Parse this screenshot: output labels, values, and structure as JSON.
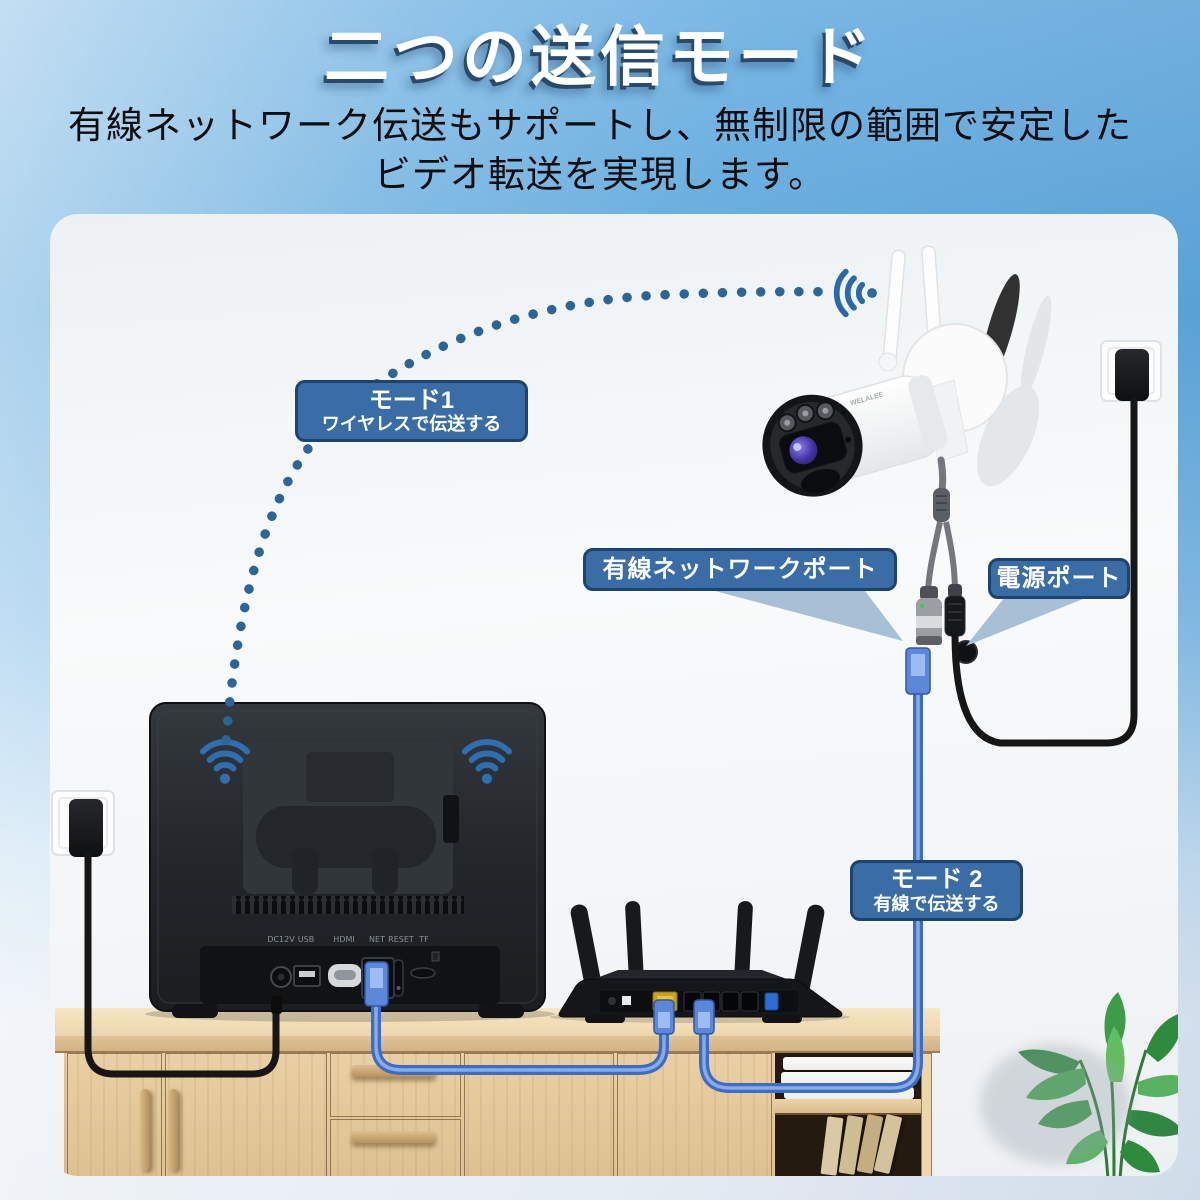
{
  "header": {
    "title": "二つの送信モード",
    "subtitle_line1": "有線ネットワーク伝送もサポートし、無制限の範囲で安定した",
    "subtitle_line2": "ビデオ転送を実現します。"
  },
  "labels": {
    "mode1": {
      "title": "モード1",
      "desc": "ワイヤレスで伝送する"
    },
    "mode2": {
      "title": "モード 2",
      "desc": "有線で伝送する"
    },
    "wired_port": "有線ネットワークポート",
    "power_port": "電源ポート"
  },
  "monitor": {
    "ports": [
      "DC12V",
      "USB",
      "HDMI",
      "NET",
      "RESET",
      "TF"
    ]
  },
  "camera": {
    "logo": "WELALEE"
  },
  "colors": {
    "label_bg": "#3a6ca6",
    "label_border": "#1d4470",
    "cable_blue": "#3e6cc0",
    "dotted_arc": "#2b6699",
    "wifi_blue": "#2e6fb1",
    "wood": "#e7cda2",
    "sky_blue": "#5aa6db"
  }
}
